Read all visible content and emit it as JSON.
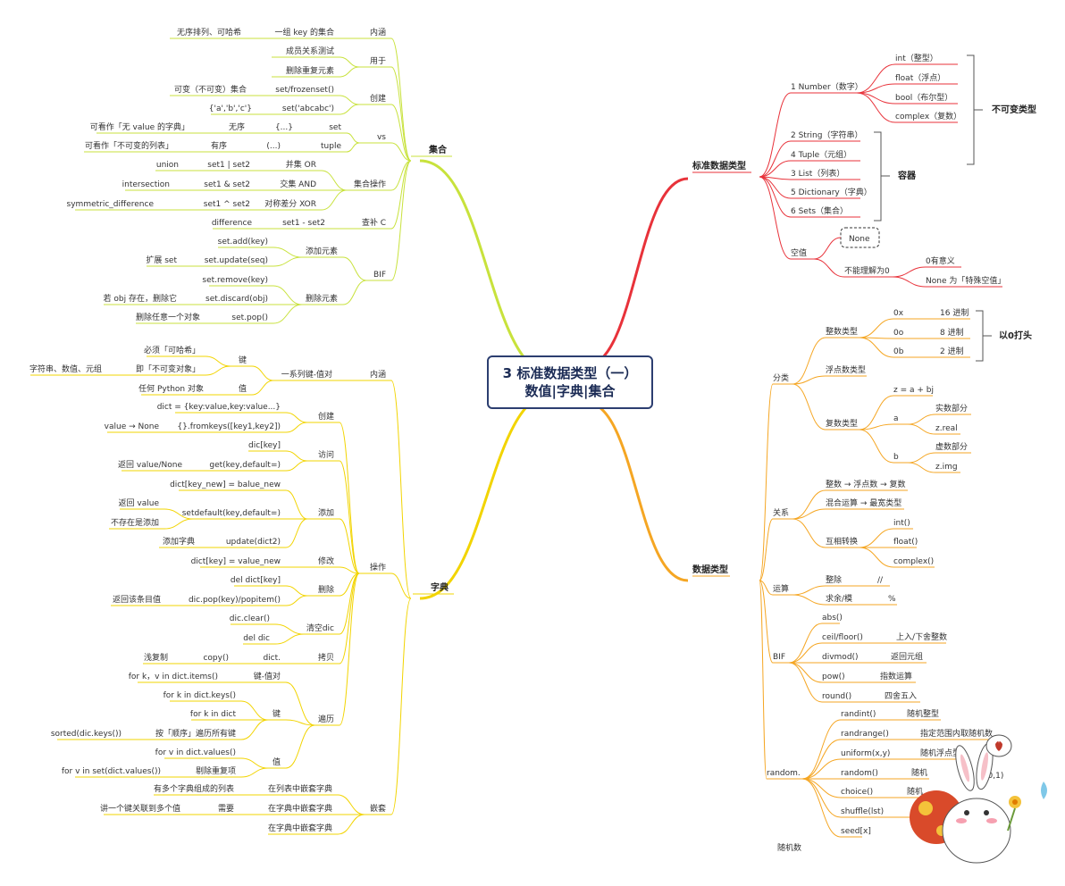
{
  "root": {
    "line1": "3 标准数据类型（一）",
    "line2": "数值|字典|集合"
  },
  "branches": {
    "set": "集合",
    "dict": "字典",
    "std": "标准数据类型",
    "num": "数据类型",
    "random_caption": "随机数"
  },
  "std": {
    "num": "1 Number（数字）",
    "num_children": [
      "int（整型）",
      "float（浮点）",
      "bool（布尔型）",
      "complex（复数）"
    ],
    "immutable": "不可变类型",
    "containers": [
      "2 String（字符串）",
      "4 Tuple（元组）",
      "3 List（列表）",
      "5 Dictionary（字典）",
      "6 Sets（集合）"
    ],
    "container_label": "容器",
    "null": "空值",
    "none": "None",
    "not_zero": "不能理解为0",
    "zero_meaning": "0有意义",
    "none_special": "None 为「特殊空值」"
  },
  "numeric": {
    "category": "分类",
    "int_type": "整数类型",
    "int_prefixes": [
      [
        "0x",
        "16 进制"
      ],
      [
        "0o",
        "8 进制"
      ],
      [
        "0b",
        "2 进制"
      ]
    ],
    "leading_zero": "以0打头",
    "float_type": "浮点数类型",
    "complex_type": "复数类型",
    "complex_formula": "z = a + bj",
    "a": "a",
    "a_desc": "实数部分",
    "a_attr": "z.real",
    "b": "b",
    "b_desc": "虚数部分",
    "b_attr": "z.img",
    "relation": "关系",
    "rel_items": [
      "整数 → 浮点数 → 复数",
      "混合运算 → 最宽类型"
    ],
    "convert": "互相转换",
    "convert_fns": [
      "int()",
      "float()",
      "complex()"
    ],
    "ops": "运算",
    "op_items": [
      [
        "整除",
        "//"
      ],
      [
        "求余/模",
        "%"
      ]
    ],
    "bif": "BIF",
    "bif_items": [
      [
        "abs()",
        ""
      ],
      [
        "ceil/floor()",
        "上入/下舍整数"
      ],
      [
        "divmod()",
        "返回元组"
      ],
      [
        "pow()",
        "指数运算"
      ],
      [
        "round()",
        "四舍五入"
      ]
    ],
    "random": "random.",
    "random_items": [
      [
        "randint()",
        "随机整型"
      ],
      [
        "randrange()",
        "指定范围内取随机数"
      ],
      [
        "uniform(x,y)",
        "随机浮点型"
      ],
      [
        "random()",
        "随机"
      ],
      [
        "choice()",
        "随机"
      ],
      [
        "shuffle(lst)",
        "乱序"
      ],
      [
        "seed[x]",
        ""
      ]
    ],
    "random_extra": "[0,1)"
  },
  "set": {
    "meaning": "内涵",
    "meaning_item": "一组 key 的集合",
    "meaning_desc": "无序排列、可哈希",
    "use": "用于",
    "use_items": [
      "成员关系测试",
      "删除重复元素"
    ],
    "create": "创建",
    "create_items": [
      [
        "set/frozenset()",
        "可变（不可变）集合"
      ],
      [
        "set('abcabc')",
        "{'a','b','c'}"
      ]
    ],
    "vs": "vs",
    "vs_rows": [
      [
        "set",
        "{...}",
        "无序",
        "可看作「无 value 的字典」"
      ],
      [
        "tuple",
        "(...)",
        "有序",
        "可看作「不可变的列表」"
      ]
    ],
    "ops": "集合操作",
    "op_rows": [
      [
        "并集 OR",
        "set1 | set2",
        "union"
      ],
      [
        "交集 AND",
        "set1 & set2",
        "intersection"
      ],
      [
        "对称差分 XOR",
        "set1 ^ set2",
        "symmetric_difference"
      ]
    ],
    "diff": "查补 C",
    "diff_expr": "set1 - set2",
    "diff_name": "difference",
    "bif": "BIF",
    "add": "添加元素",
    "add_items": [
      "set.add(key)",
      "set.update(seq)"
    ],
    "add_desc": "扩展 set",
    "del": "删除元素",
    "del_items": [
      "set.remove(key)",
      "set.discard(obj)",
      "set.pop()"
    ],
    "del_desc": [
      "若 obj 存在，删除它",
      "删除任意一个对象"
    ]
  },
  "dict": {
    "meaning": "内涵",
    "kv": "一系列键-值对",
    "key": "键",
    "key_items": [
      "必须「可哈希」",
      "即「不可变对象」"
    ],
    "key_desc": "字符串、数值、元组",
    "value": "值",
    "value_desc": "任何 Python 对象",
    "operation": "操作",
    "create": "创建",
    "create_items": [
      "dict = {key:value,key:value...}",
      "{}.fromkeys([key1,key2])"
    ],
    "create_desc": "value → None",
    "access": "访问",
    "access_items": [
      "dic[key]",
      "get(key,default=)"
    ],
    "access_desc": "返回 value/None",
    "add": "添加",
    "add_items": [
      "dict[key_new] = balue_new",
      "setdefault(key,default=)",
      "update(dict2)"
    ],
    "add_desc": [
      "返回 value",
      "不存在是添加",
      "添加字典"
    ],
    "modify": "修改",
    "modify_item": "dict[key] = value_new",
    "delete": "删除",
    "delete_items": [
      "del dict[key]",
      "dic.pop(key)/popitem()"
    ],
    "delete_desc": "返回该条目值",
    "clear": "清空dic",
    "clear_items": [
      "dic.clear()",
      "del dic"
    ],
    "copy": "拷贝",
    "copy_items": [
      "dict.",
      "copy()"
    ],
    "copy_desc": "浅复制",
    "traverse": "遍历",
    "kv_trav": "键-值对",
    "kv_trav_item": "for k，v in dict.items()",
    "key_trav": "键",
    "key_trav_items": [
      "for k in dict.keys()",
      "for k in dict",
      "按「顺序」遍历所有键"
    ],
    "key_trav_desc": "sorted(dic.keys())",
    "val_trav": "值",
    "val_trav_items": [
      "for v in dict.values()",
      "剔除重复项"
    ],
    "val_trav_desc": "for v in set(dict.values())",
    "nest": "嵌套",
    "nest_items": [
      "在列表中嵌套字典",
      "在字典中嵌套字典",
      "在字典中嵌套字典"
    ],
    "nest_desc": [
      "有多个字典组成的列表",
      "需要"
    ],
    "nest_desc2": "讲一个键关联到多个值"
  },
  "colors": {
    "set": "#c8e23c",
    "dict": "#f2d400",
    "std": "#e8323a",
    "num": "#f5a623",
    "root_border": "#2c3e70"
  }
}
